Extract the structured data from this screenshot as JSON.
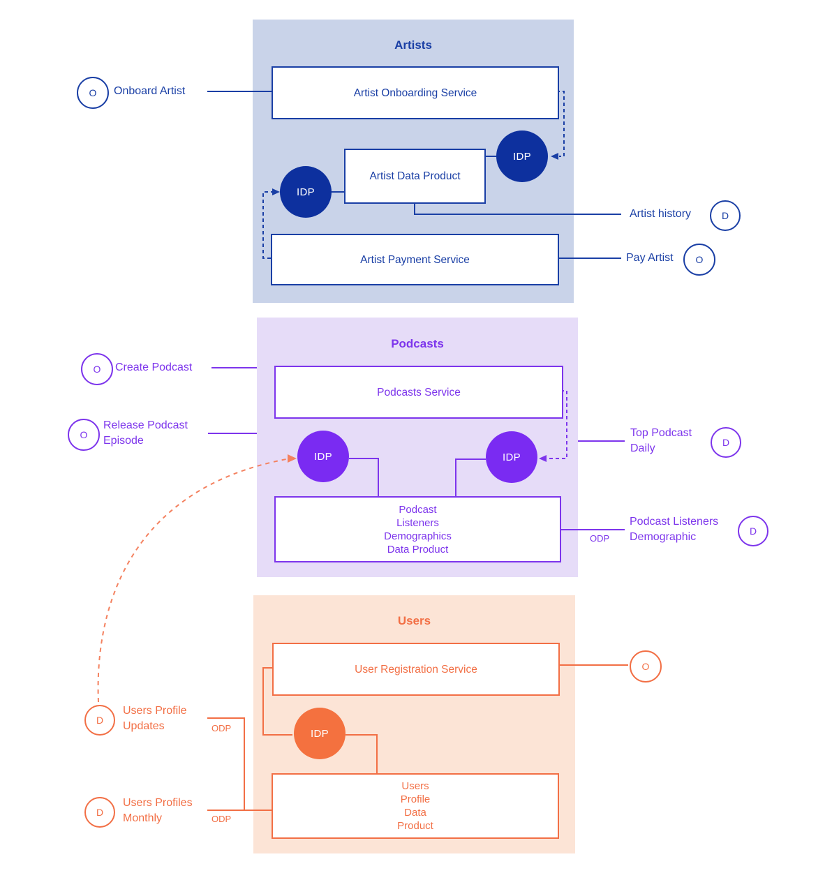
{
  "colors": {
    "blue": "#1a3fa5",
    "blue-deep": "#0d309e",
    "blue-bg": "#c9d3e9",
    "purple": "#7d35ec",
    "purple-deep": "#7a2bf2",
    "purple-bg": "#e6dcf8",
    "orange": "#f26f45",
    "orange-deep": "#f4713f",
    "orange-bg": "#fce4d6",
    "orange-dash": "#f4815f"
  },
  "labels": {
    "idp": "IDP",
    "odp": "ODP",
    "operation": "O",
    "data": "D"
  },
  "artists": {
    "title": "Artists",
    "onboarding_service": "Artist Onboarding Service",
    "data_product": "Artist Data Product",
    "payment_service": "Artist Payment Service",
    "onboard_artist": "Onboard Artist",
    "artist_history": "Artist history",
    "pay_artist": "Pay Artist"
  },
  "podcasts": {
    "title": "Podcasts",
    "service": "Podcasts Service",
    "data_product_lines": [
      "Podcast",
      "Listeners",
      "Demographics",
      "Data Product"
    ],
    "create_podcast": "Create Podcast",
    "release_podcast_lines": [
      "Release Podcast",
      "Episode"
    ],
    "top_podcast_lines": [
      "Top Podcast",
      "Daily"
    ],
    "listeners_demographic_lines": [
      "Podcast Listeners",
      "Demographic"
    ]
  },
  "users": {
    "title": "Users",
    "registration_service": "User Registration Service",
    "data_product_lines": [
      "Users",
      "Profile",
      "Data",
      "Product"
    ],
    "profile_updates_lines": [
      "Users Profile",
      "Updates"
    ],
    "profiles_monthly_lines": [
      "Users Profiles",
      "Monthly"
    ]
  }
}
